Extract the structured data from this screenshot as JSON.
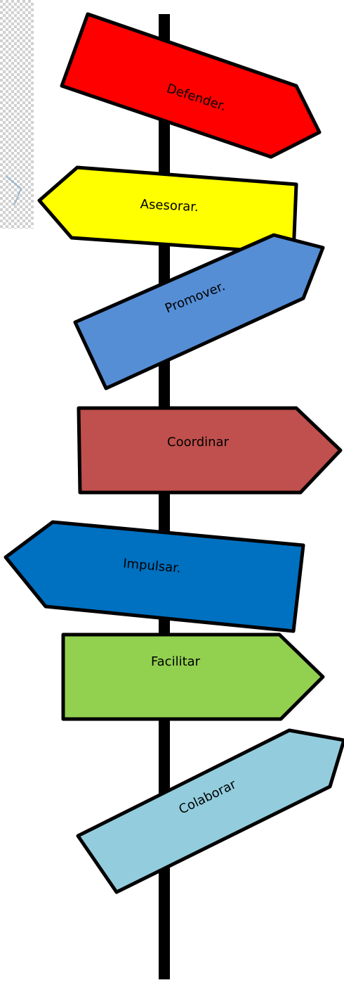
{
  "signs": [
    {
      "id": "defender",
      "label": "Defender.",
      "color": "#ff0000"
    },
    {
      "id": "asesorar",
      "label": "Asesorar.",
      "color": "#ffff00"
    },
    {
      "id": "promover",
      "label": "Promover.",
      "color": "#558ed5"
    },
    {
      "id": "coordinar",
      "label": "Coordinar",
      "color": "#c0504d"
    },
    {
      "id": "impulsar",
      "label": "Impulsar.",
      "color": "#0070c0"
    },
    {
      "id": "facilitar",
      "label": "Facilitar",
      "color": "#92d050"
    },
    {
      "id": "colaborar",
      "label": "Colaborar",
      "color": "#93cddd"
    }
  ],
  "pole_color": "#000000",
  "checker_colors": [
    "#d0d0d0",
    "#ffffff"
  ],
  "icons": [
    "checkerboard-placeholder-icon"
  ]
}
